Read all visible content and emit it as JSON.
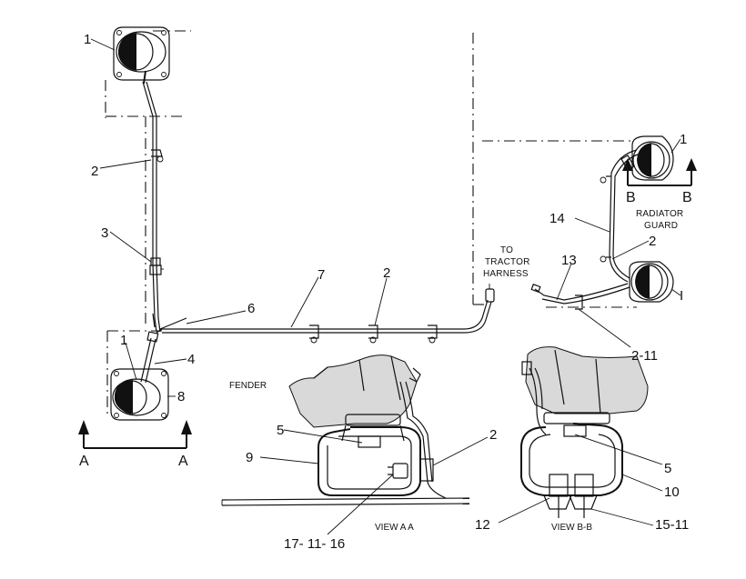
{
  "callouts": {
    "c1_top": "1",
    "c2_left": "2",
    "c3": "3",
    "c1_lower": "1",
    "c4": "4",
    "c8": "8",
    "c6": "6",
    "c7": "7",
    "c2_harness": "2",
    "c1_right_top": "1",
    "c14": "14",
    "c2_right": "2",
    "c13": "13",
    "c1_right_bottom": "I",
    "c2_11": "2-11",
    "c5_left": "5",
    "c9": "9",
    "c2_view_aa": "2",
    "c17_11_16": "17- 11- 16",
    "c5_right": "5",
    "c10": "10",
    "c12": "12",
    "c15_11": "15-11"
  },
  "labels": {
    "to_tractor_line1": "TO",
    "to_tractor_line2": "TRACTOR",
    "to_tractor_line3": "HARNESS",
    "radiator_line1": "RADIATOR",
    "radiator_line2": "GUARD",
    "fender": "FENDER",
    "view_aa": "VIEW  A  A",
    "view_bb": "VIEW  B-B"
  },
  "section_markers": {
    "a_left": "A",
    "a_right": "A",
    "b_left": "B",
    "b_right": "B"
  }
}
